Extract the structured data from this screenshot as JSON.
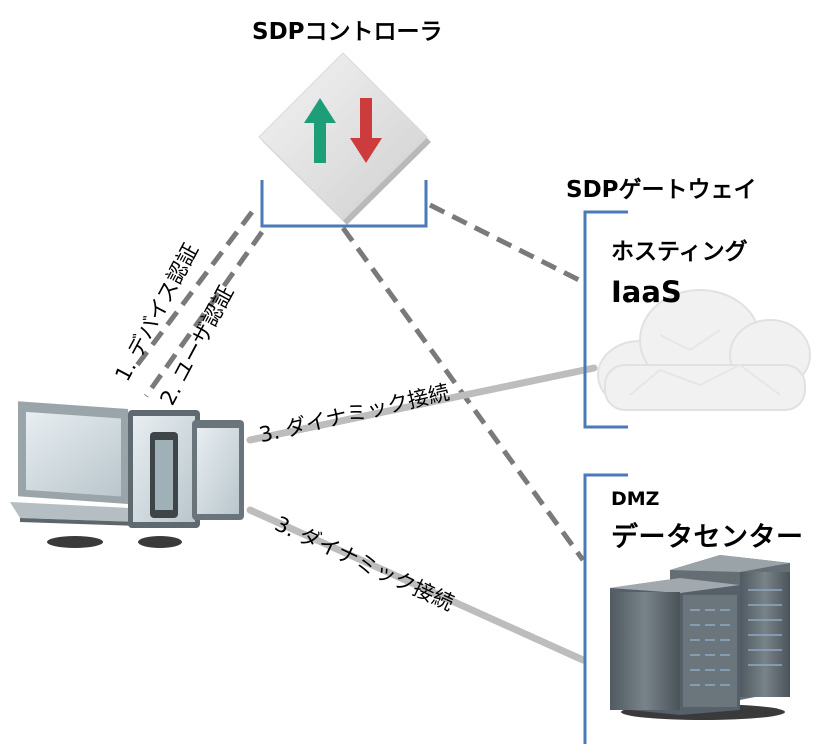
{
  "labels": {
    "controller": "SDPコントローラ",
    "gateway": "SDPゲートウェイ",
    "hosting": "ホスティング",
    "iaas": "IaaS",
    "dmz": "DMZ",
    "datacenter": "データセンター",
    "device_auth": "1. デバイス認証",
    "user_auth": "2. ユーザ認証",
    "dynamic_conn_1": "3. ダイナミック接続",
    "dynamic_conn_2": "3. ダイナミック接続"
  },
  "icons": {
    "controller": "up-down-arrows-icon",
    "cloud": "cloud-icon",
    "servers": "server-rack-icon",
    "devices": "laptop-tablet-icon"
  },
  "colors": {
    "bracket": "#4a7ab8",
    "dashed_line": "#7a7a7a",
    "solid_line": "#bdbdbd",
    "arrow_up": "#1e9e78",
    "arrow_down": "#cc3c3c"
  }
}
